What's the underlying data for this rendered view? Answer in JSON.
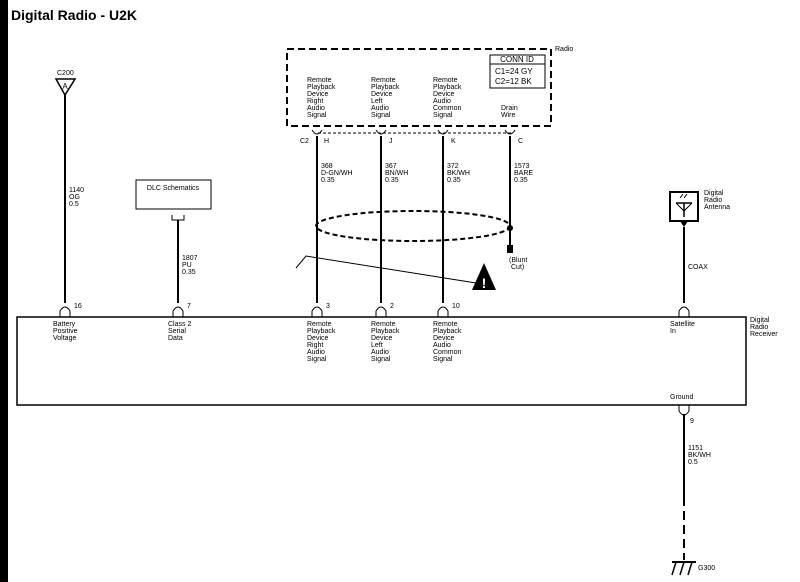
{
  "title": "Digital Radio - U2K",
  "radio": {
    "label": "Radio",
    "conn_id": {
      "title": "CONN ID",
      "lines": [
        "C1=24 GY",
        "C2=12 BK"
      ]
    },
    "connector": "C2",
    "pins": [
      {
        "pin": "H",
        "label": [
          "Remote",
          "Playback",
          "Device",
          "Right",
          "Audio",
          "Signal"
        ]
      },
      {
        "pin": "J",
        "label": [
          "Remote",
          "Playback",
          "Device",
          "Left",
          "Audio",
          "Signal"
        ]
      },
      {
        "pin": "K",
        "label": [
          "Remote",
          "Playback",
          "Device",
          "Audio",
          "Common",
          "Signal"
        ]
      },
      {
        "pin": "C",
        "label": [
          "Drain",
          "Wire"
        ]
      }
    ]
  },
  "wires": [
    {
      "lines": [
        "368",
        "D-GN/WH",
        "0.35"
      ]
    },
    {
      "lines": [
        "367",
        "BN/WH",
        "0.35"
      ]
    },
    {
      "lines": [
        "372",
        "BK/WH",
        "0.35"
      ]
    },
    {
      "lines": [
        "1573",
        "BARE",
        "0.35"
      ]
    },
    {
      "lines": [
        "1140",
        "OG",
        "0.5"
      ]
    },
    {
      "lines": [
        "1807",
        "PU",
        "0.35"
      ]
    },
    {
      "lines": [
        "1151",
        "BK/WH",
        "0.5"
      ]
    }
  ],
  "c200": {
    "label": "C200",
    "pin": "A"
  },
  "dlc": {
    "label": "DLC Schematics"
  },
  "blunt_cut": [
    "(Blunt",
    "Cut)"
  ],
  "antenna": {
    "label": [
      "Digital",
      "Radio",
      "Antenna"
    ],
    "coax": "COAX"
  },
  "receiver": {
    "label": [
      "Digital",
      "Radio",
      "Receiver"
    ],
    "pins": [
      {
        "pin": "16",
        "label": [
          "Battery",
          "Positive",
          "Voltage"
        ]
      },
      {
        "pin": "7",
        "label": [
          "Class 2",
          "Serial",
          "Data"
        ]
      },
      {
        "pin": "3",
        "label": [
          "Remote",
          "Playback",
          "Device",
          "Right",
          "Audio",
          "Signal"
        ]
      },
      {
        "pin": "2",
        "label": [
          "Remote",
          "Playback",
          "Device",
          "Left",
          "Audio",
          "Signal"
        ]
      },
      {
        "pin": "10",
        "label": [
          "Remote",
          "Playback",
          "Device",
          "Audio",
          "Common",
          "Signal"
        ]
      },
      {
        "pin": "",
        "label": [
          "Satellite",
          "In"
        ]
      }
    ],
    "ground": {
      "label": "Ground",
      "pin": "9"
    }
  },
  "ground_ref": "G300"
}
